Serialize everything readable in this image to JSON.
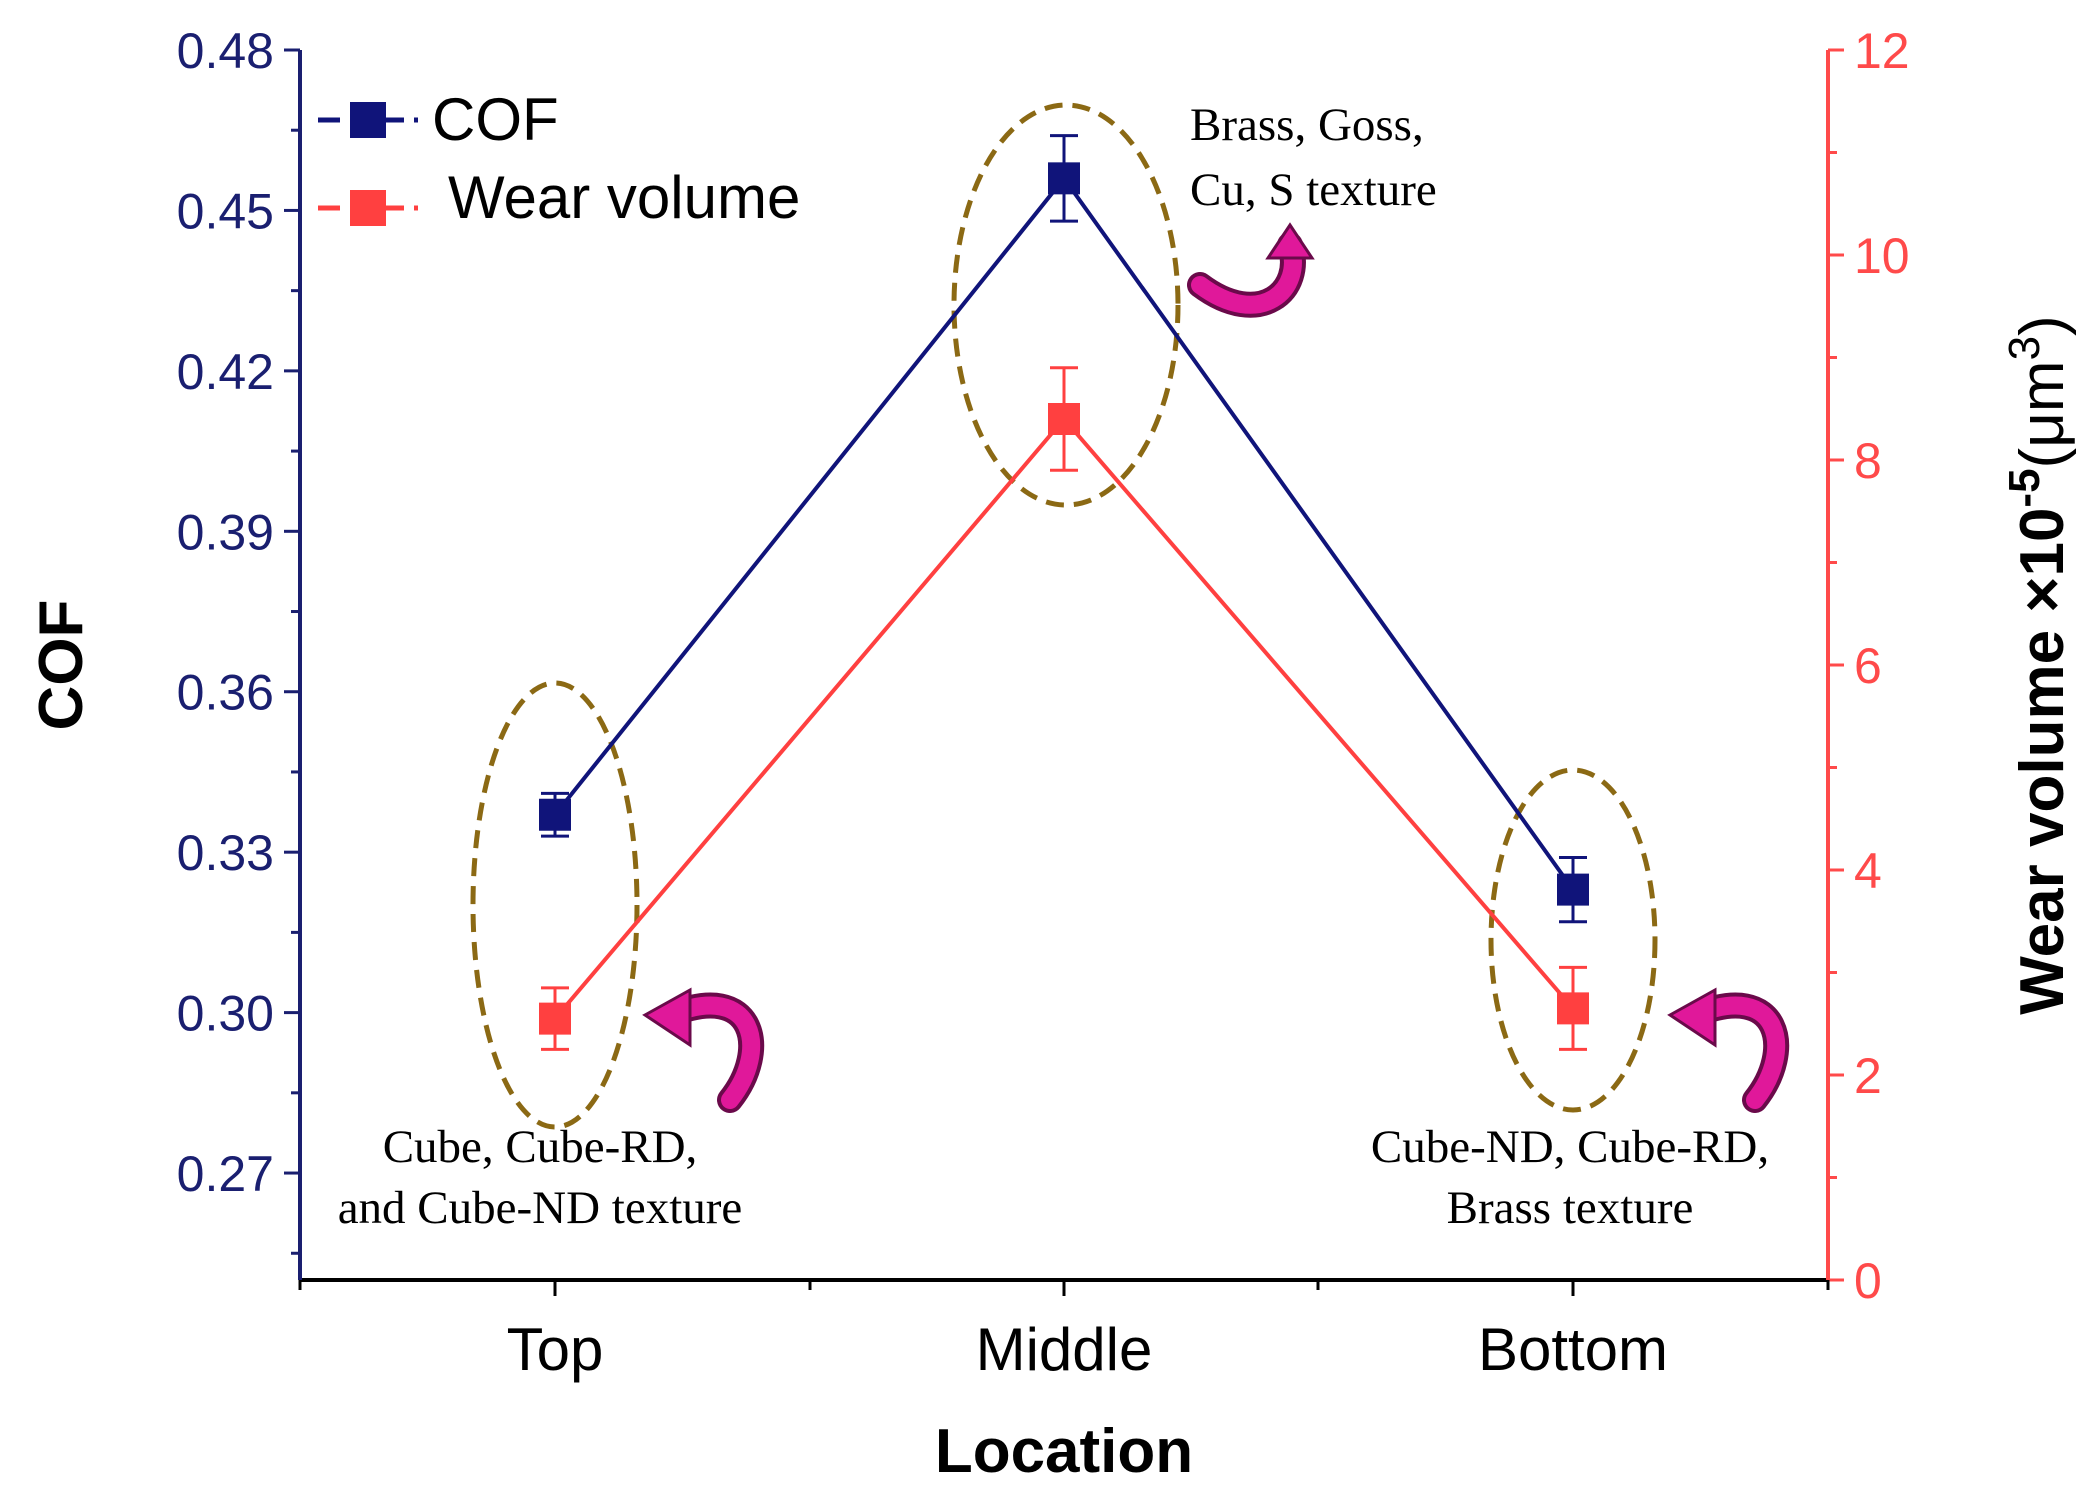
{
  "chart_data": {
    "type": "line",
    "categories": [
      "Top",
      "Middle",
      "Bottom"
    ],
    "xlabel": "Location",
    "ylabel_left": "COF",
    "ylabel_right": {
      "main": "Wear volume ×10",
      "exp": "-5",
      "unit_pre": "(μm",
      "unit_exp": "3",
      "unit_post": ")"
    },
    "y_left": {
      "lim": [
        0.25,
        0.48
      ],
      "ticks": [
        "0.27",
        "0.30",
        "0.33",
        "0.36",
        "0.39",
        "0.42",
        "0.45",
        "0.48"
      ]
    },
    "y_right": {
      "lim": [
        0,
        12
      ],
      "ticks": [
        "0",
        "2",
        "4",
        "6",
        "8",
        "10",
        "12"
      ]
    },
    "series": [
      {
        "name": "COF",
        "axis": "left",
        "color": "#10147a",
        "values": [
          0.337,
          0.456,
          0.323
        ],
        "errors": [
          0.004,
          0.008,
          0.006
        ]
      },
      {
        "name": "Wear volume",
        "axis": "right",
        "color": "#ff4040",
        "values": [
          2.55,
          8.4,
          2.65
        ],
        "errors": [
          0.3,
          0.5,
          0.4
        ]
      }
    ],
    "legend_position": "top-left",
    "grid": false,
    "annotations": [
      {
        "category": "Top",
        "lines": [
          "Cube, Cube-RD,",
          "and Cube-ND texture"
        ]
      },
      {
        "category": "Middle",
        "lines": [
          "Brass, Goss,",
          "Cu, S texture"
        ]
      },
      {
        "category": "Bottom",
        "lines": [
          "Cube-ND, Cube-RD,",
          "Brass texture"
        ]
      }
    ],
    "colors": {
      "left_axis": "#1a1f70",
      "right_axis": "#ff4a4a",
      "ellipse": "#8b6914",
      "arrow": "#e0189a"
    }
  }
}
